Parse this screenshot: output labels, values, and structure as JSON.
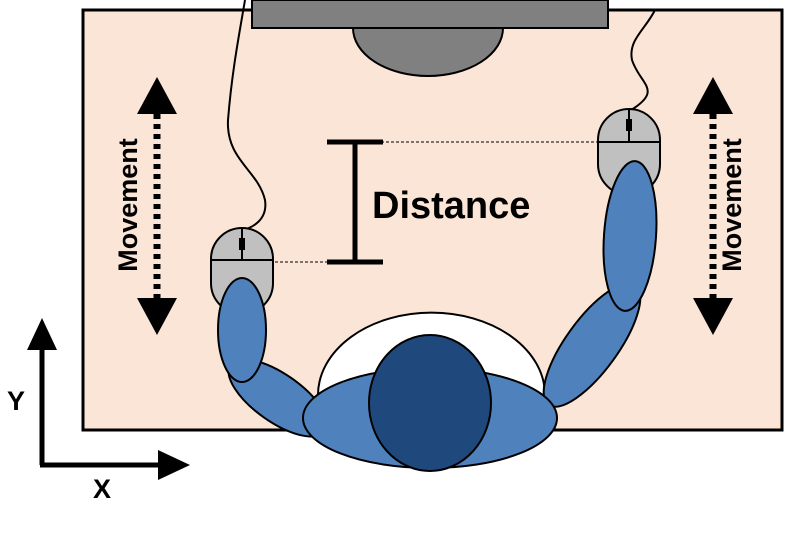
{
  "labels": {
    "distance": "Distance",
    "movement_left": "Movement",
    "movement_right": "Movement",
    "axis_x": "X",
    "axis_y": "Y"
  },
  "colors": {
    "desk": "#fbe5d6",
    "outline": "#000000",
    "monitor": "#808080",
    "mouse": "#c0c0c0",
    "arm": "#4f81bd",
    "head": "#1f497d",
    "chair_back": "#ffffff"
  },
  "icons": [
    "mouse-icon",
    "monitor-icon",
    "person-icon",
    "double-arrow-icon"
  ]
}
